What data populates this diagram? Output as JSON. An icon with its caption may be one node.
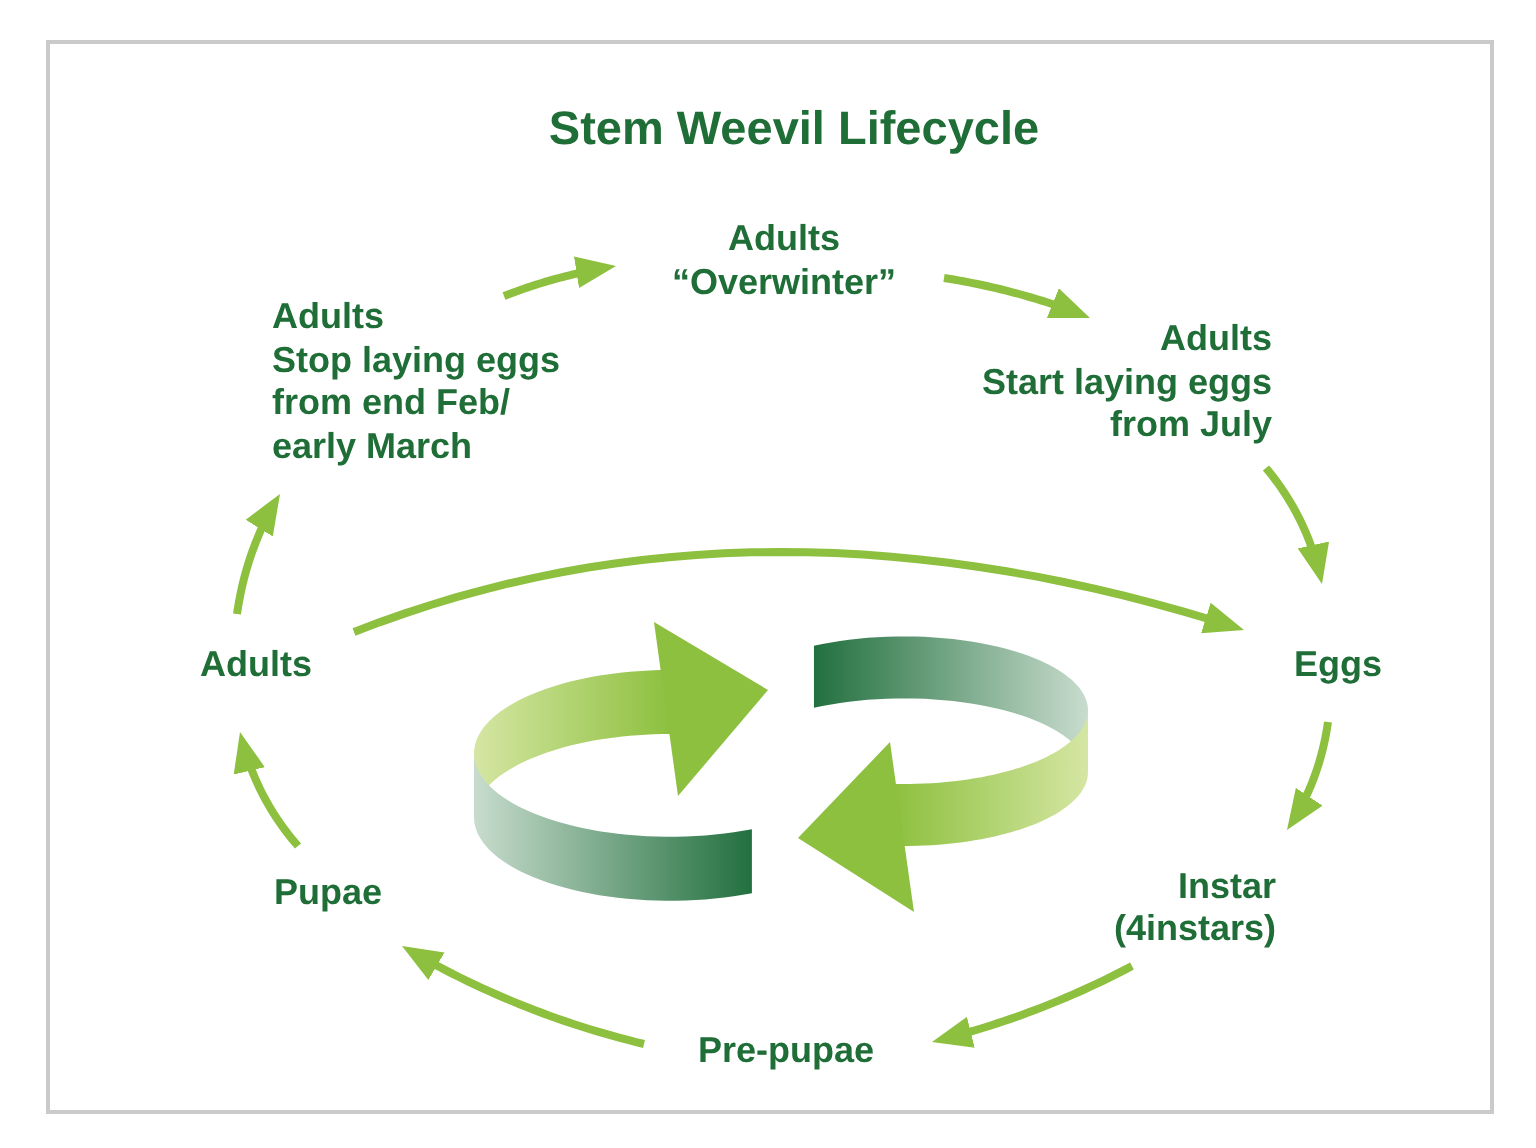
{
  "diagram": {
    "title": "Stem Weevil Lifecycle",
    "nodes": [
      {
        "text": [
          "Adults",
          "“Overwinter”"
        ]
      },
      {
        "text": [
          "Adults",
          "Stop laying eggs from end Feb/ early March"
        ]
      },
      {
        "text": [
          "Adults",
          "Start laying eggs from July"
        ]
      },
      {
        "text": [
          "Adults"
        ]
      },
      {
        "text": [
          "Eggs"
        ]
      },
      {
        "text": [
          "Pupae"
        ]
      },
      {
        "text": [
          "Instar (4instars)"
        ]
      },
      {
        "text": [
          "Pre-pupae"
        ]
      }
    ],
    "edges": [
      {
        "from": 1,
        "to": 0,
        "arrow": "to"
      },
      {
        "from": 0,
        "to": 2,
        "arrow": "to"
      },
      {
        "from": 2,
        "to": 4,
        "arrow": "to"
      },
      {
        "from": 4,
        "to": 6,
        "arrow": "to"
      },
      {
        "from": 6,
        "to": 7,
        "arrow": "to"
      },
      {
        "from": 7,
        "to": 5,
        "arrow": "to"
      },
      {
        "from": 5,
        "to": 3,
        "arrow": "to"
      },
      {
        "from": 3,
        "to": 1,
        "arrow": "to"
      },
      {
        "from": 3,
        "to": 4,
        "arrow": "to"
      }
    ]
  }
}
